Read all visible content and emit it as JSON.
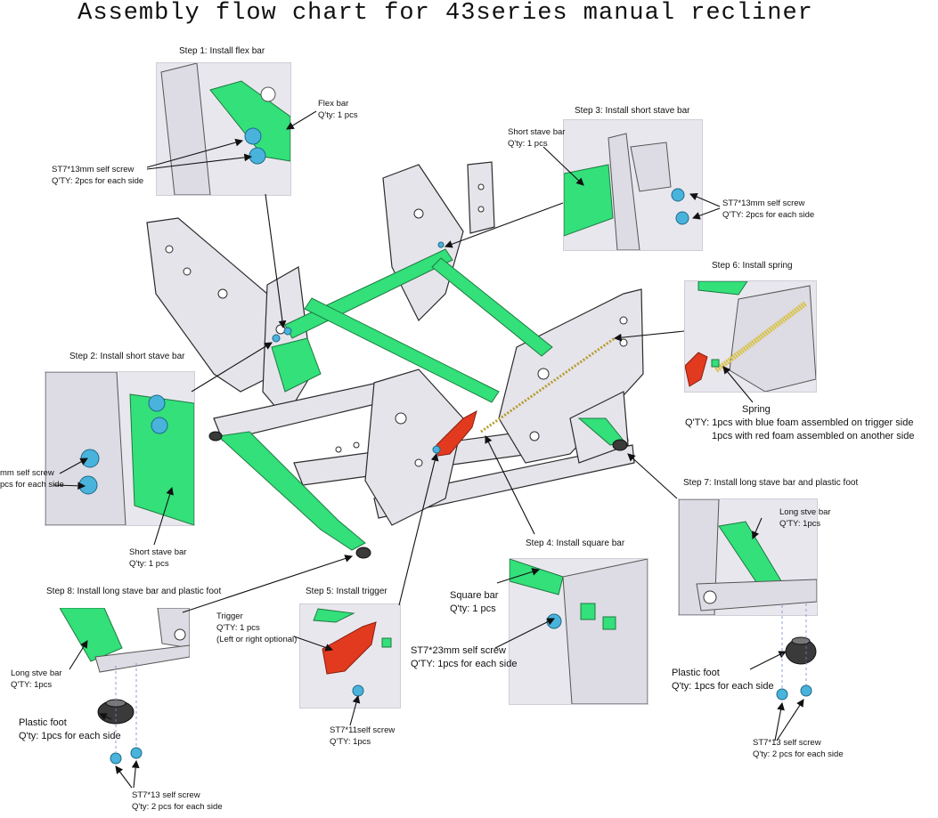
{
  "title": "Assembly flow chart for 43series manual recliner",
  "steps": {
    "s1": {
      "heading": "Step 1: Install flex bar",
      "part": "Flex bar",
      "part_qty": "Q'ty: 1 pcs",
      "screw": "ST7*13mm self screw",
      "screw_qty": "Q'TY: 2pcs for each side"
    },
    "s2": {
      "heading": "Step 2: Install short stave bar",
      "screw": "mm self screw",
      "screw_qty": "pcs for each side",
      "part": "Short stave bar",
      "part_qty": "Q'ty: 1 pcs"
    },
    "s3": {
      "heading": "Step 3: Install short stave bar",
      "part": "Short stave bar",
      "part_qty": "Q'ty: 1 pcs",
      "screw": "ST7*13mm self screw",
      "screw_qty": "Q'TY: 2pcs for each side"
    },
    "s4": {
      "heading": "Step 4: Install square bar",
      "part": "Square bar",
      "part_qty": "Q'ty: 1 pcs",
      "screw": "ST7*23mm self screw",
      "screw_qty": "Q'TY: 1pcs for each side"
    },
    "s5": {
      "heading": "Step 5: Install trigger",
      "part": "Trigger",
      "part_qty": "Q'TY: 1 pcs",
      "part_note": "(Left or right optional)",
      "screw": "ST7*11self screw",
      "screw_qty": "Q'TY: 1pcs"
    },
    "s6": {
      "heading": "Step 6: Install spring",
      "part": "Spring",
      "part_qty": "Q'TY: 1pcs with blue foam assembled on trigger side",
      "part_qty2": "1pcs with red foam assembled on another side"
    },
    "s7": {
      "heading": "Step 7: Install long stave bar and plastic foot",
      "part": "Long stve bar",
      "part_qty": "Q'TY: 1pcs",
      "foot": "Plastic foot",
      "foot_qty": "Q'ty: 1pcs for each side",
      "screw": "ST7*13 self screw",
      "screw_qty": "Q'ty: 2 pcs for each side"
    },
    "s8": {
      "heading": "Step 8: Install long stave bar and plastic foot",
      "part": "Long stve bar",
      "part_qty": "Q'TY: 1pcs",
      "foot": "Plastic foot",
      "foot_qty": "Q'ty: 1pcs for each side",
      "screw": "ST7*13 self screw",
      "screw_qty": "Q'ty: 2 pcs for each side"
    }
  },
  "colors": {
    "bar_green": "#33e07a",
    "trigger_red": "#e23a1f",
    "screw_blue": "#49b3dc",
    "spring_yellow": "#d8c24a",
    "metal": "#e6e4eb",
    "outline": "#2b2b2b"
  }
}
